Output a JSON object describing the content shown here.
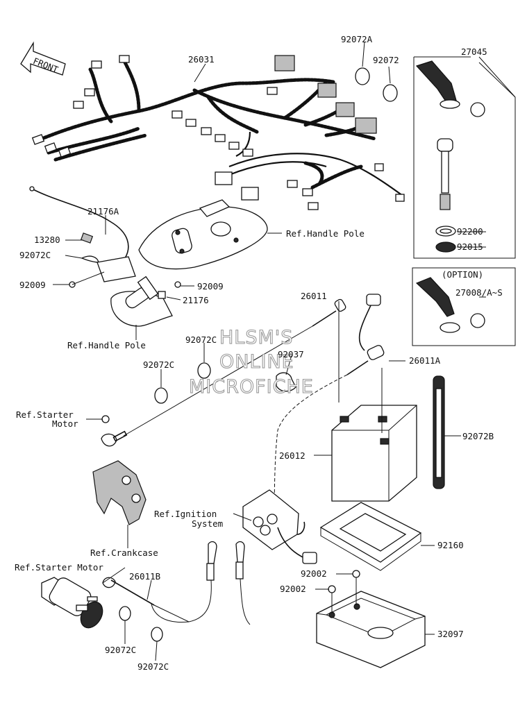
{
  "front_label": "FRONT",
  "watermark": [
    "HLSM'S",
    "ONLINE",
    "MICROFICHE"
  ],
  "callouts": {
    "harness": "26031",
    "band_a": "92072A",
    "band": "92072",
    "key_kit": "27045",
    "washer": "92200",
    "nut": "92015",
    "option": "(OPTION)",
    "key_kit_option": "27008/A~S",
    "lead_21176a": "21176A",
    "plate": "13280",
    "band_c1": "92072C",
    "bolt_left": "92009",
    "ref_handle_pole_top": "Ref.Handle Pole",
    "bolt_right": "92009",
    "switch": "21176",
    "ref_handle_pole_bottom": "Ref.Handle Pole",
    "cable_26011": "26011",
    "band_c2": "92072C",
    "band_c3": "92072C",
    "clamp": "92037",
    "cable_26011a": "26011A",
    "ref_starter_motor_a": "Ref.Starter",
    "ref_starter_motor_b": "Motor",
    "battery": "26012",
    "strap": "92072B",
    "ref_ignition_a": "Ref.Ignition",
    "ref_ignition_b": "System",
    "battery_tray": "92160",
    "ref_crankcase": "Ref.Crankcase",
    "ref_starter_motor_full": "Ref.Starter Motor",
    "cable_26011b": "26011B",
    "bolt_a": "92002",
    "bolt_b": "92002",
    "case": "32097",
    "band_c4": "92072C",
    "band_c5": "92072C"
  }
}
